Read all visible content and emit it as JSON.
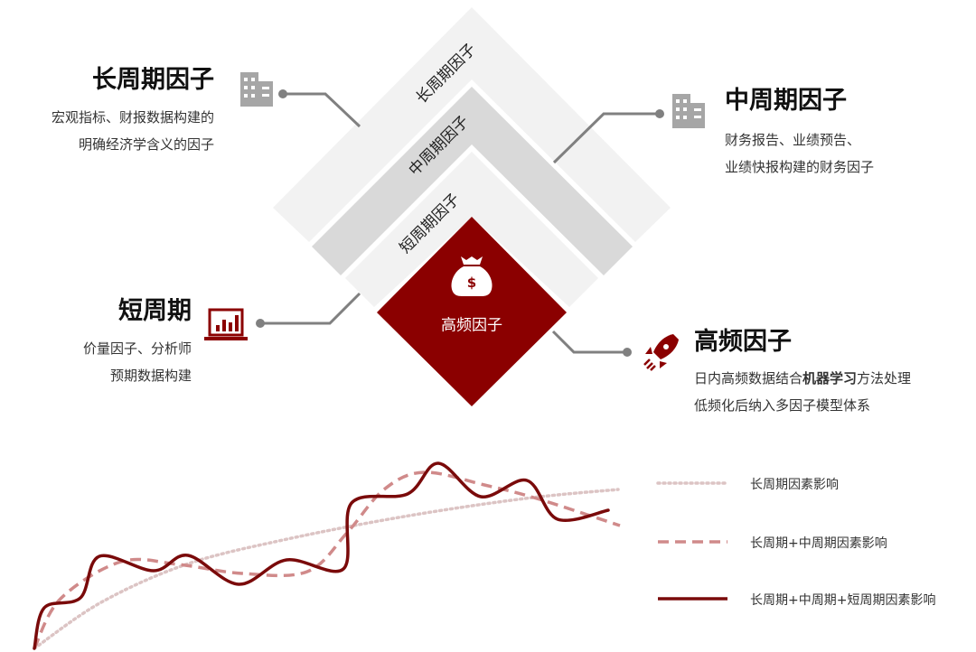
{
  "colors": {
    "accent": "#8b0000",
    "light_band": "#f2f2f2",
    "mid_band": "#d9d9d9",
    "connector": "#808080",
    "solid_line": "#7a0a0a",
    "dashed_line": "#d08a8a",
    "dotted_line": "#dcc4c4"
  },
  "pyramid": {
    "long_band": "长周期因子",
    "mid_band": "中周期因子",
    "short_band": "短周期因子",
    "core": "高频因子",
    "core_icon": "money-bag-icon"
  },
  "long": {
    "title": "长周期因子",
    "lines": [
      "宏观指标、财报数据构建的",
      "明确经济学含义的因子"
    ],
    "icon": "building-icon"
  },
  "mid": {
    "title": "中周期因子",
    "lines": [
      "财务报告、业绩预告、",
      "业绩快报构建的财务因子"
    ],
    "icon": "building-icon"
  },
  "short": {
    "title": "短周期",
    "lines": [
      "价量因子、分析师",
      "预期数据构建"
    ],
    "icon": "laptop-chart-icon"
  },
  "hf": {
    "title": "高频因子",
    "line1_pre": "日内高频数据结合",
    "line1_bold": "机器学习",
    "line1_post": "方法处理",
    "line2": "低频化后纳入多因子模型体系",
    "icon": "rocket-icon"
  },
  "legend": {
    "dotted": "长周期因素影响",
    "dashed": "长周期+中周期因素影响",
    "solid": "长周期+中周期+短周期因素影响"
  }
}
